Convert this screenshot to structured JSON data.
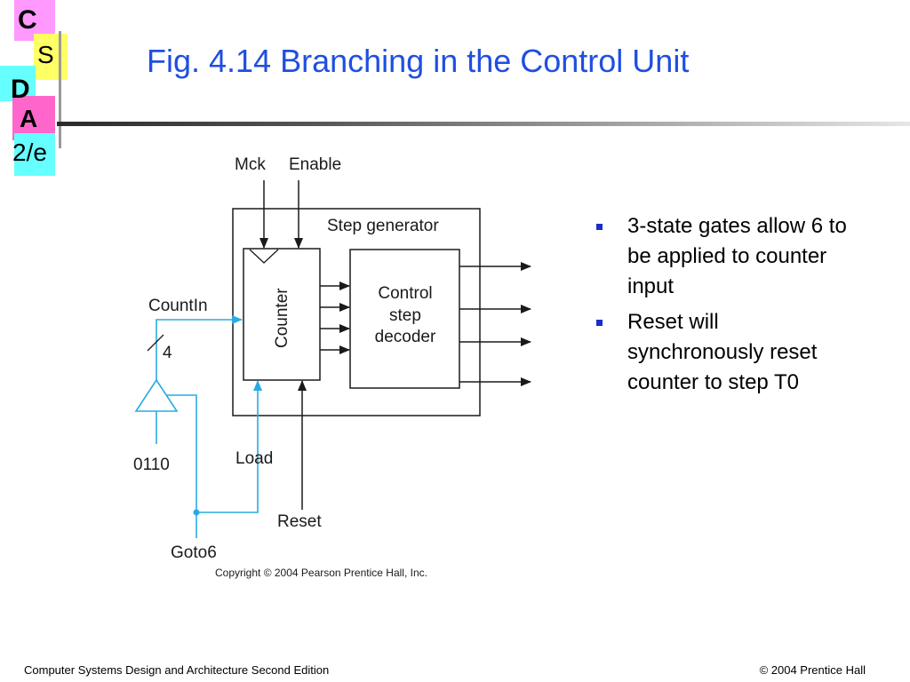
{
  "logo": {
    "letters": [
      "C",
      "S",
      "D",
      "A",
      "2/e"
    ],
    "colors": {
      "pink": "#ff99ff",
      "yellow": "#ffff66",
      "cyan": "#66ffff",
      "magenta": "#ff66cc"
    }
  },
  "title": "Fig. 4.14   Branching in the Control Unit",
  "diagram": {
    "labels": {
      "mck": "Mck",
      "enable": "Enable",
      "step_generator": "Step generator",
      "counter": "Counter",
      "decoder_line1": "Control",
      "decoder_line2": "step",
      "decoder_line3": "decoder",
      "countin": "CountIn",
      "bus_width": "4",
      "constant": "0110",
      "load": "Load",
      "reset": "Reset",
      "goto6": "Goto6",
      "copyright": "Copyright © 2004 Pearson Prentice Hall, Inc."
    },
    "colors": {
      "line": "#1a1a1a",
      "cyan": "#29abe2"
    }
  },
  "bullets": [
    "3-state gates allow 6 to be applied to counter input",
    "Reset will synchronously reset counter to step T0"
  ],
  "footer": {
    "left": "Computer Systems Design and Architecture Second Edition",
    "right": "© 2004 Prentice Hall"
  }
}
